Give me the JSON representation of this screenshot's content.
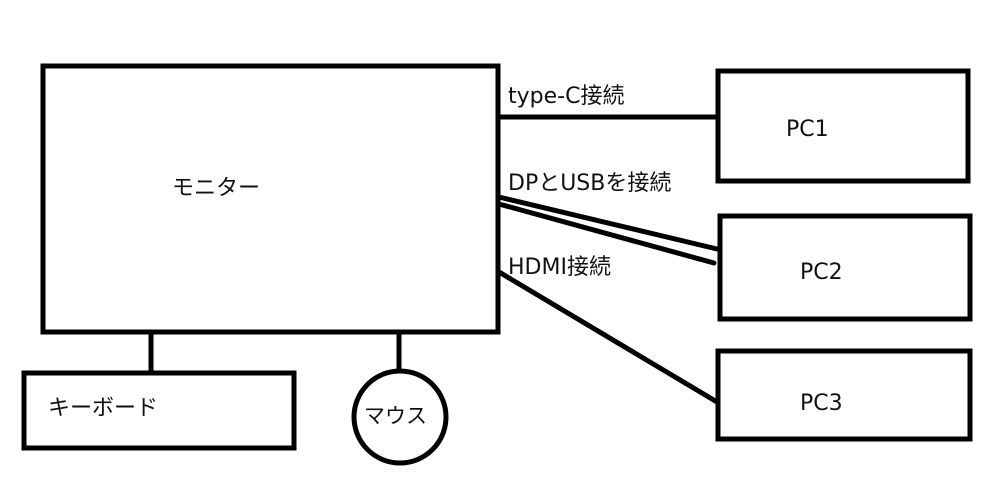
{
  "diagram": {
    "nodes": {
      "monitor": "モニター",
      "keyboard": "キーボード",
      "mouse": "マウス",
      "pc1": "PC1",
      "pc2": "PC2",
      "pc3": "PC3"
    },
    "edges": {
      "pc1": "type-C接続",
      "pc2": "DPとUSBを接続",
      "pc3": "HDMI接続"
    },
    "colors": {
      "stroke": "#000000",
      "background": "#ffffff"
    }
  }
}
